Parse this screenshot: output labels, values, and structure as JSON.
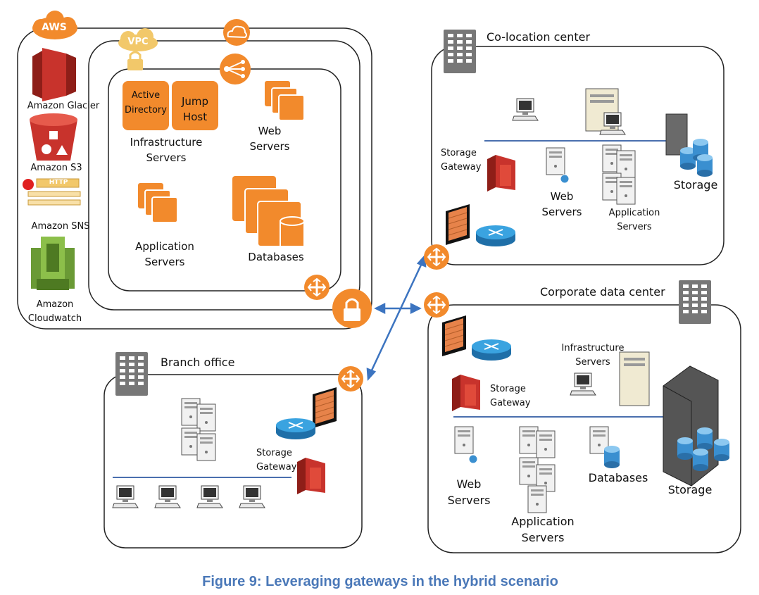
{
  "aws": {
    "badge": "AWS",
    "vpc_badge": "VPC",
    "services": {
      "glacier": "Amazon Glacier",
      "s3": "Amazon S3",
      "sns": "Amazon SNS",
      "sns_tag": "HTTP",
      "cloudwatch": "Amazon\nCloudwatch"
    },
    "vpc": {
      "active_directory": "Active\nDirectory",
      "jump_host": "Jump\nHost",
      "infrastructure_servers": "Infrastructure\nServers",
      "web_servers": "Web\nServers",
      "application_servers": "Application\nServers",
      "databases": "Databases"
    }
  },
  "colocation": {
    "title": "Co-location center",
    "storage_gateway": "Storage\nGateway",
    "web_servers": "Web\nServers",
    "application_servers": "Application\nServers",
    "storage": "Storage"
  },
  "corporate": {
    "title": "Corporate data center",
    "infrastructure_servers": "Infrastructure\nServers",
    "storage_gateway": "Storage\nGateway",
    "web_servers": "Web\nServers",
    "application_servers": "Application\nServers",
    "databases": "Databases",
    "storage": "Storage"
  },
  "branch": {
    "title": "Branch office",
    "storage_gateway": "Storage\nGateway"
  },
  "caption": "Figure 9: Leveraging gateways in the hybrid scenario",
  "colors": {
    "aws_orange": "#f28a2c",
    "aws_red": "#c8332c",
    "aws_green": "#6a9a35",
    "router_blue": "#2b8fd2",
    "network_line": "#4a6fae",
    "connector": "#3c74c0",
    "caption": "#4a78b8"
  }
}
